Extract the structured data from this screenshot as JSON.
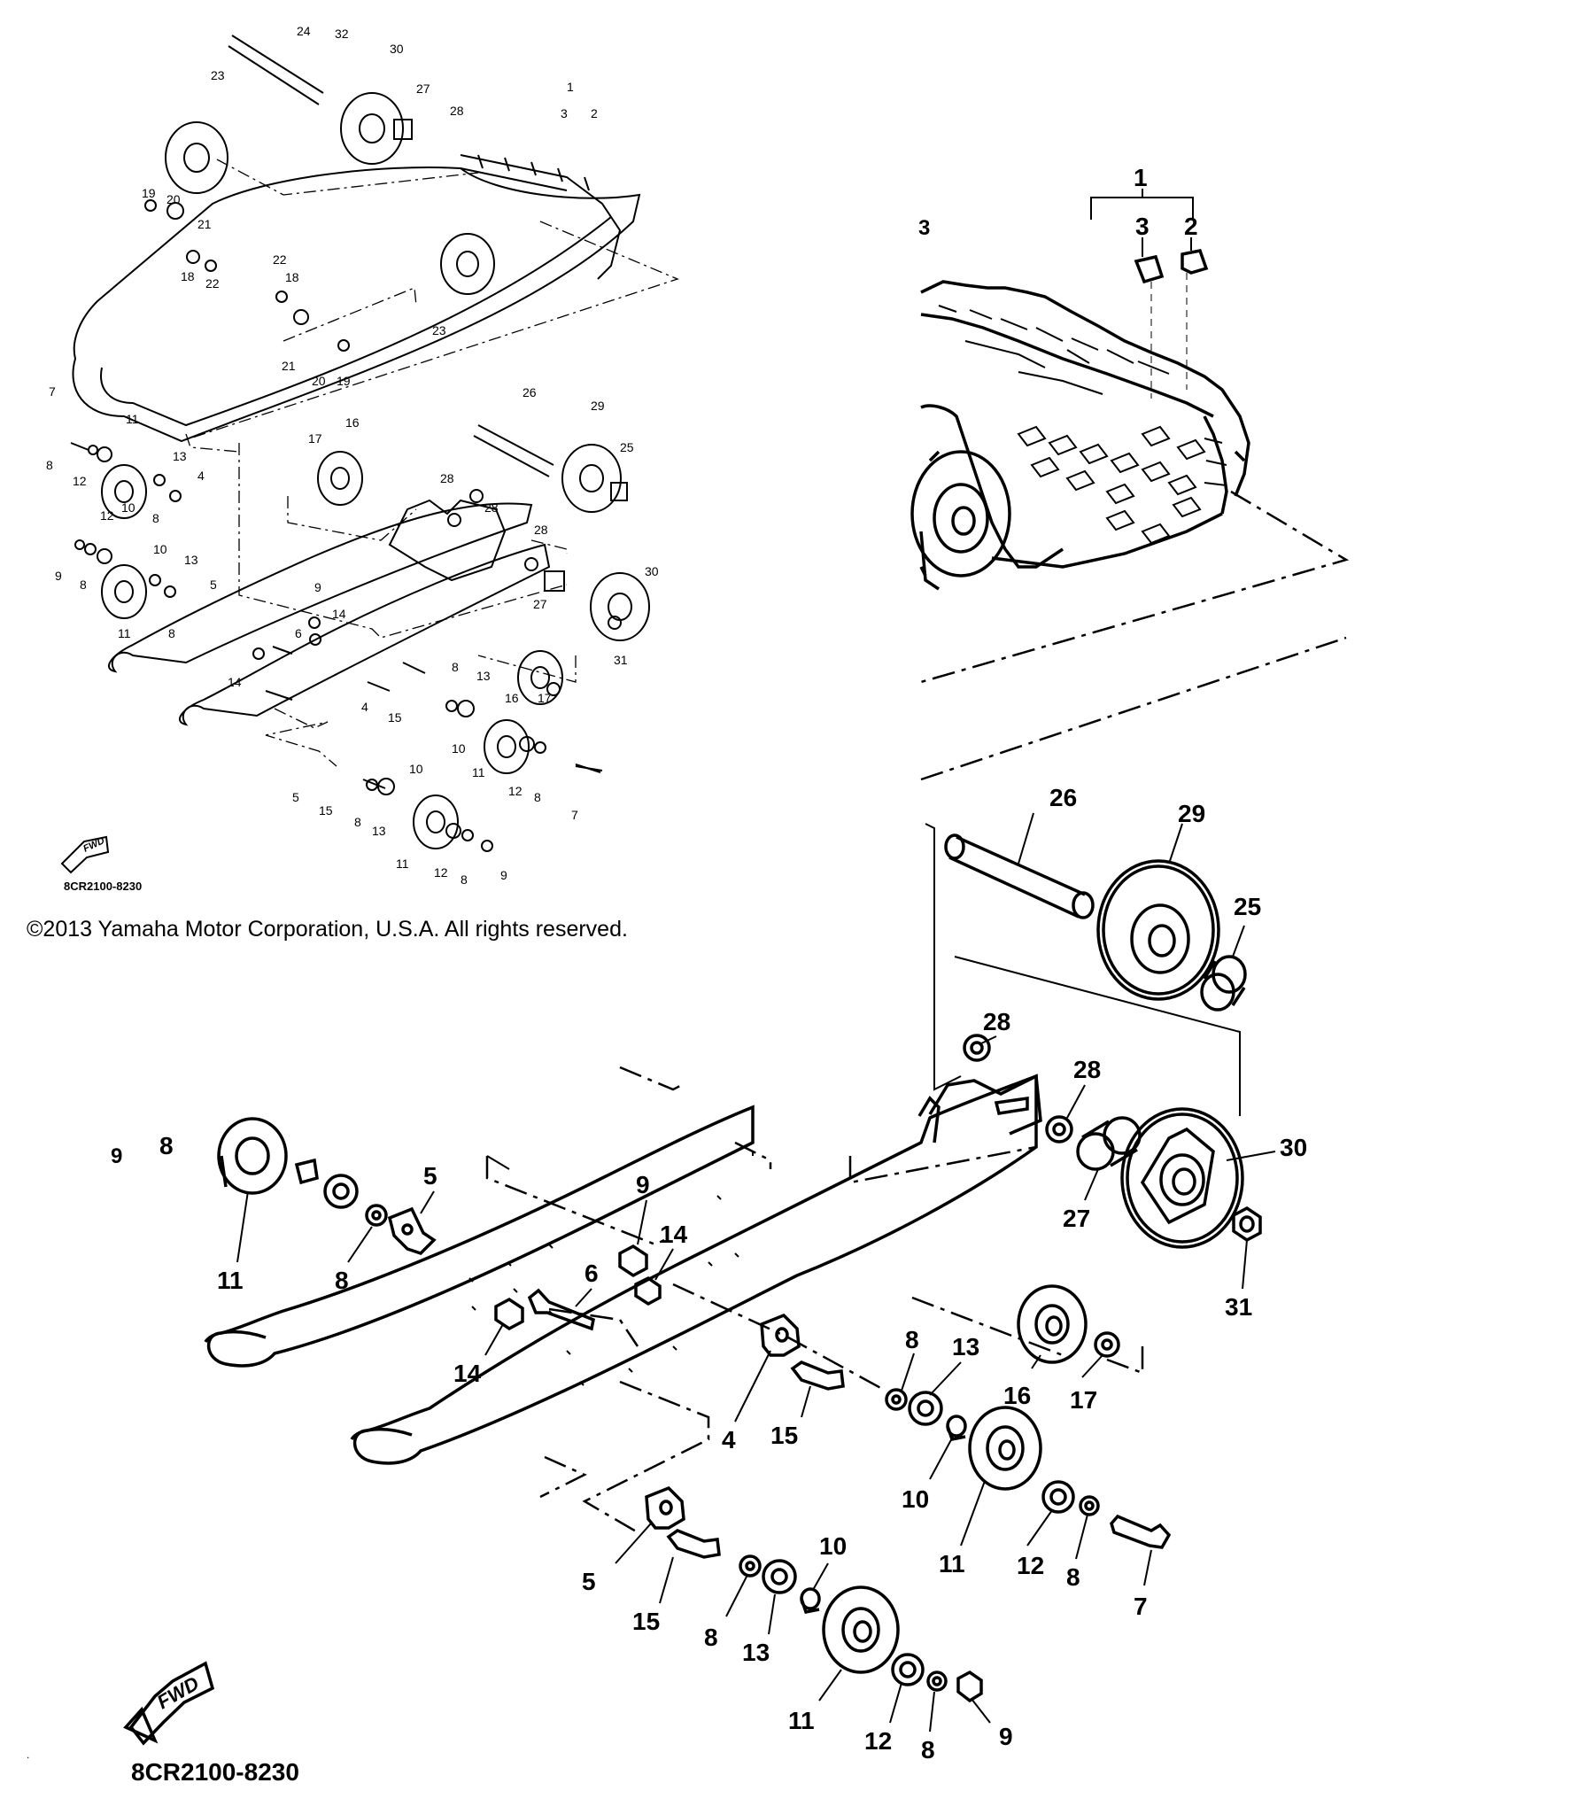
{
  "copyright": "©2013 Yamaha Motor Corporation, U.S.A. All rights reserved.",
  "catalog_code": "8CR2100-8230",
  "fwd_label": "FWD",
  "callouts": {
    "c1": "1",
    "c2": "2",
    "c3": "3",
    "c4": "4",
    "c5": "5",
    "c6": "6",
    "c7": "7",
    "c8": "8",
    "c9": "9",
    "c10": "10",
    "c11": "11",
    "c12": "12",
    "c13": "13",
    "c14": "14",
    "c15": "15",
    "c16": "16",
    "c17": "17",
    "c18": "18",
    "c19": "19",
    "c20": "20",
    "c21": "21",
    "c22": "22",
    "c23": "23",
    "c24": "24",
    "c25": "25",
    "c26": "26",
    "c27": "27",
    "c28": "28",
    "c29": "29",
    "c30": "30",
    "c31": "31",
    "c32": "32"
  }
}
